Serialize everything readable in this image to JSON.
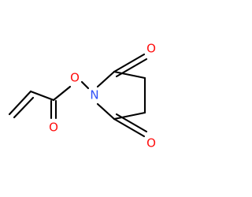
{
  "structure": {
    "atoms": [
      {
        "symbol": "O",
        "color": "#ff0d0d",
        "role": "ester-ether-oxygen"
      },
      {
        "symbol": "O",
        "color": "#ff0d0d",
        "role": "ester-carbonyl-oxygen"
      },
      {
        "symbol": "N",
        "color": "#3050f8",
        "role": "imide-nitrogen"
      },
      {
        "symbol": "O",
        "color": "#ff0d0d",
        "role": "upper-ring-carbonyl-oxygen"
      },
      {
        "symbol": "O",
        "color": "#ff0d0d",
        "role": "lower-ring-carbonyl-oxygen"
      }
    ],
    "bond_color": "#000000"
  }
}
